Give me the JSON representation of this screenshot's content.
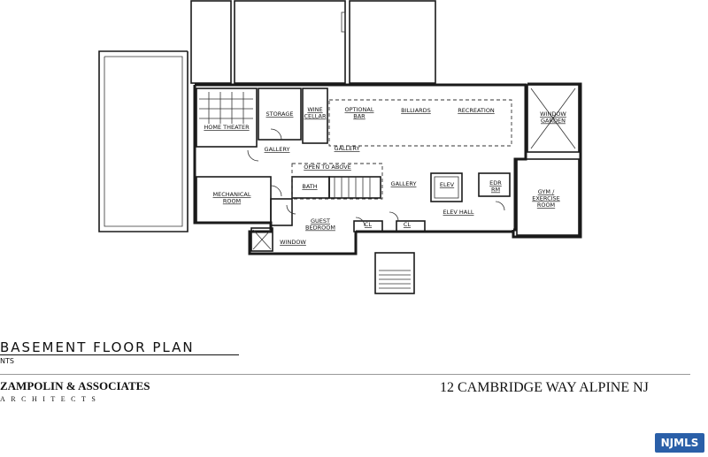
{
  "rooms": [
    {
      "id": "home-theater",
      "lines": [
        "HOME THEATER"
      ]
    },
    {
      "id": "storage",
      "lines": [
        "STORAGE"
      ]
    },
    {
      "id": "wine-cellar",
      "lines": [
        "WINE",
        "CELLAR"
      ]
    },
    {
      "id": "optional-bar",
      "lines": [
        "OPTIONAL",
        "BAR"
      ]
    },
    {
      "id": "billiards",
      "lines": [
        "BILLIARDS"
      ]
    },
    {
      "id": "recreation",
      "lines": [
        "RECREATION"
      ]
    },
    {
      "id": "window-garden",
      "lines": [
        "WINDOW",
        "GARDEN"
      ]
    },
    {
      "id": "gallery-left",
      "lines": [
        "GALLERY"
      ]
    },
    {
      "id": "gallery-top",
      "lines": [
        "GALLERY"
      ]
    },
    {
      "id": "open-to-above",
      "lines": [
        "OPEN TO ABOVE"
      ]
    },
    {
      "id": "mechanical-room",
      "lines": [
        "MECHANICAL",
        "ROOM"
      ]
    },
    {
      "id": "bath",
      "lines": [
        "BATH"
      ]
    },
    {
      "id": "gallery-right",
      "lines": [
        "GALLERY"
      ]
    },
    {
      "id": "elev",
      "lines": [
        "ELEV"
      ]
    },
    {
      "id": "edr-rm",
      "lines": [
        "EDR",
        "RM"
      ]
    },
    {
      "id": "gym-exercise-room",
      "lines": [
        "GYM /",
        "EXERCISE",
        "ROOM"
      ]
    },
    {
      "id": "guest-bedroom",
      "lines": [
        "GUEST",
        "BEDROOM"
      ]
    },
    {
      "id": "closet-1",
      "lines": [
        "CL"
      ]
    },
    {
      "id": "closet-2",
      "lines": [
        "CL"
      ]
    },
    {
      "id": "elev-hall",
      "lines": [
        "ELEV HALL"
      ]
    },
    {
      "id": "window",
      "lines": [
        "WINDOW"
      ]
    }
  ],
  "title": "BASEMENT FLOOR PLAN",
  "scale_note": "NTS",
  "firm": {
    "name": "ZAMPOLIN & ASSOCIATES",
    "subtitle": "ARCHITECTS"
  },
  "address": "12 CAMBRIDGE WAY ALPINE NJ",
  "watermark": "NJMLS"
}
